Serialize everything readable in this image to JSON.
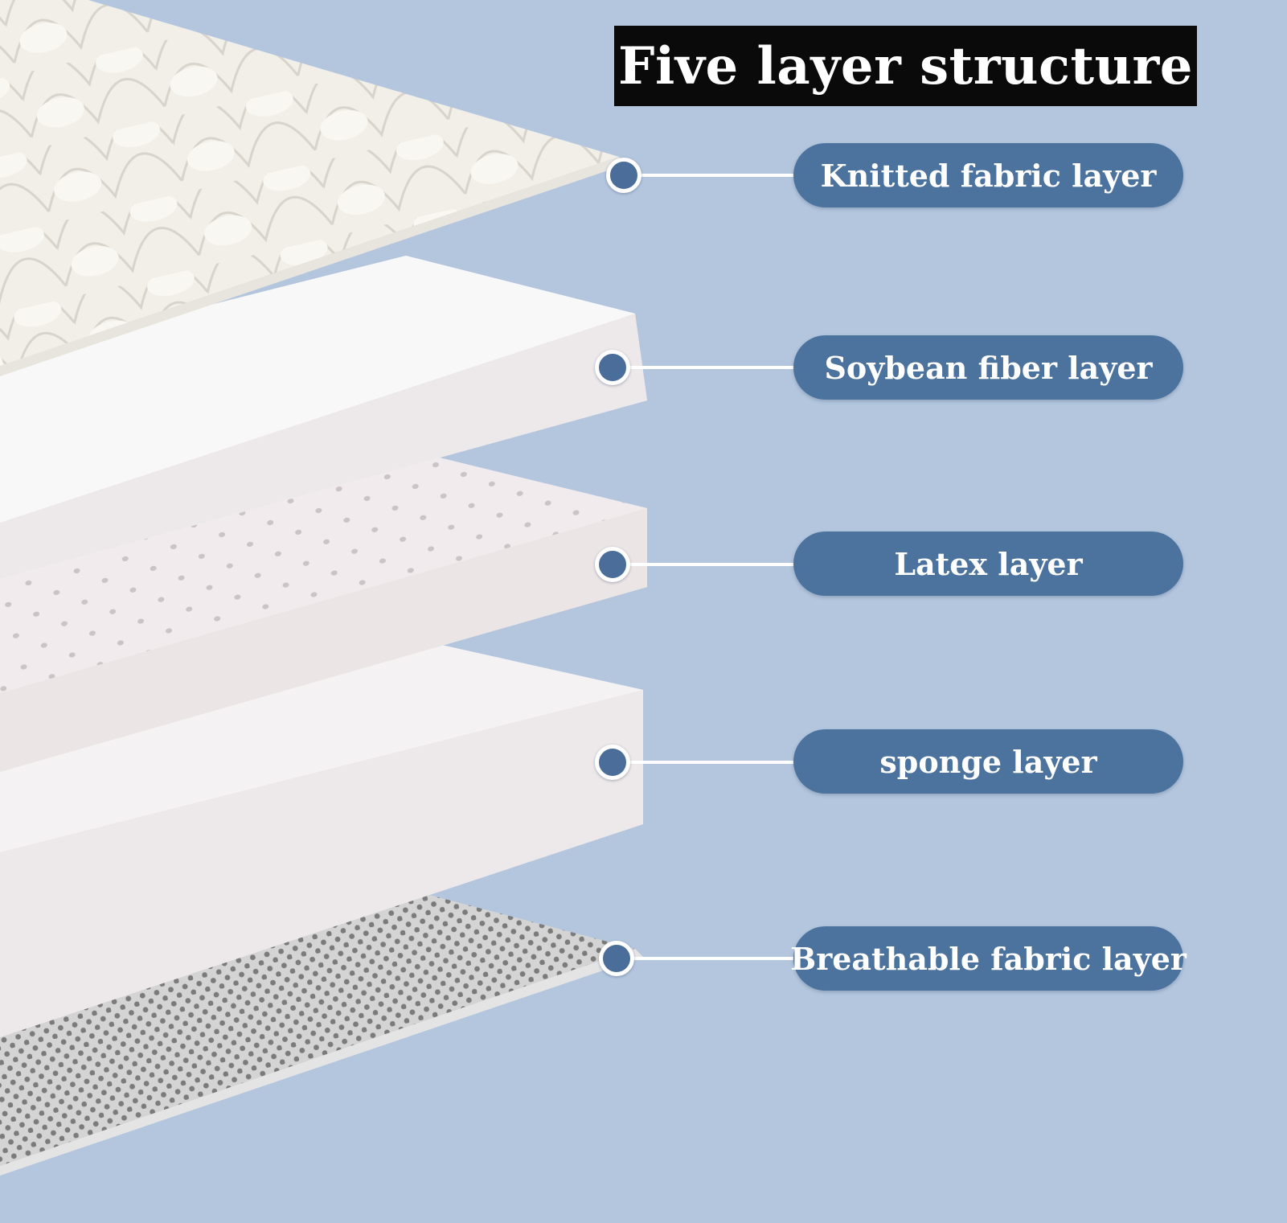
{
  "title": "Five layer structure",
  "layers": [
    {
      "label": "Knitted fabric layer"
    },
    {
      "label": "Soybean fiber layer"
    },
    {
      "label": "Latex layer"
    },
    {
      "label": "sponge layer"
    },
    {
      "label": "Breathable fabric layer"
    }
  ],
  "colors": {
    "background": "#b3c6de",
    "pill": "#4c739e",
    "dot": "#4a6e99",
    "title_box": "#0a0a0a",
    "mattress_white": "#f5f3f2",
    "fabric_grey": "#7a7a7a"
  }
}
